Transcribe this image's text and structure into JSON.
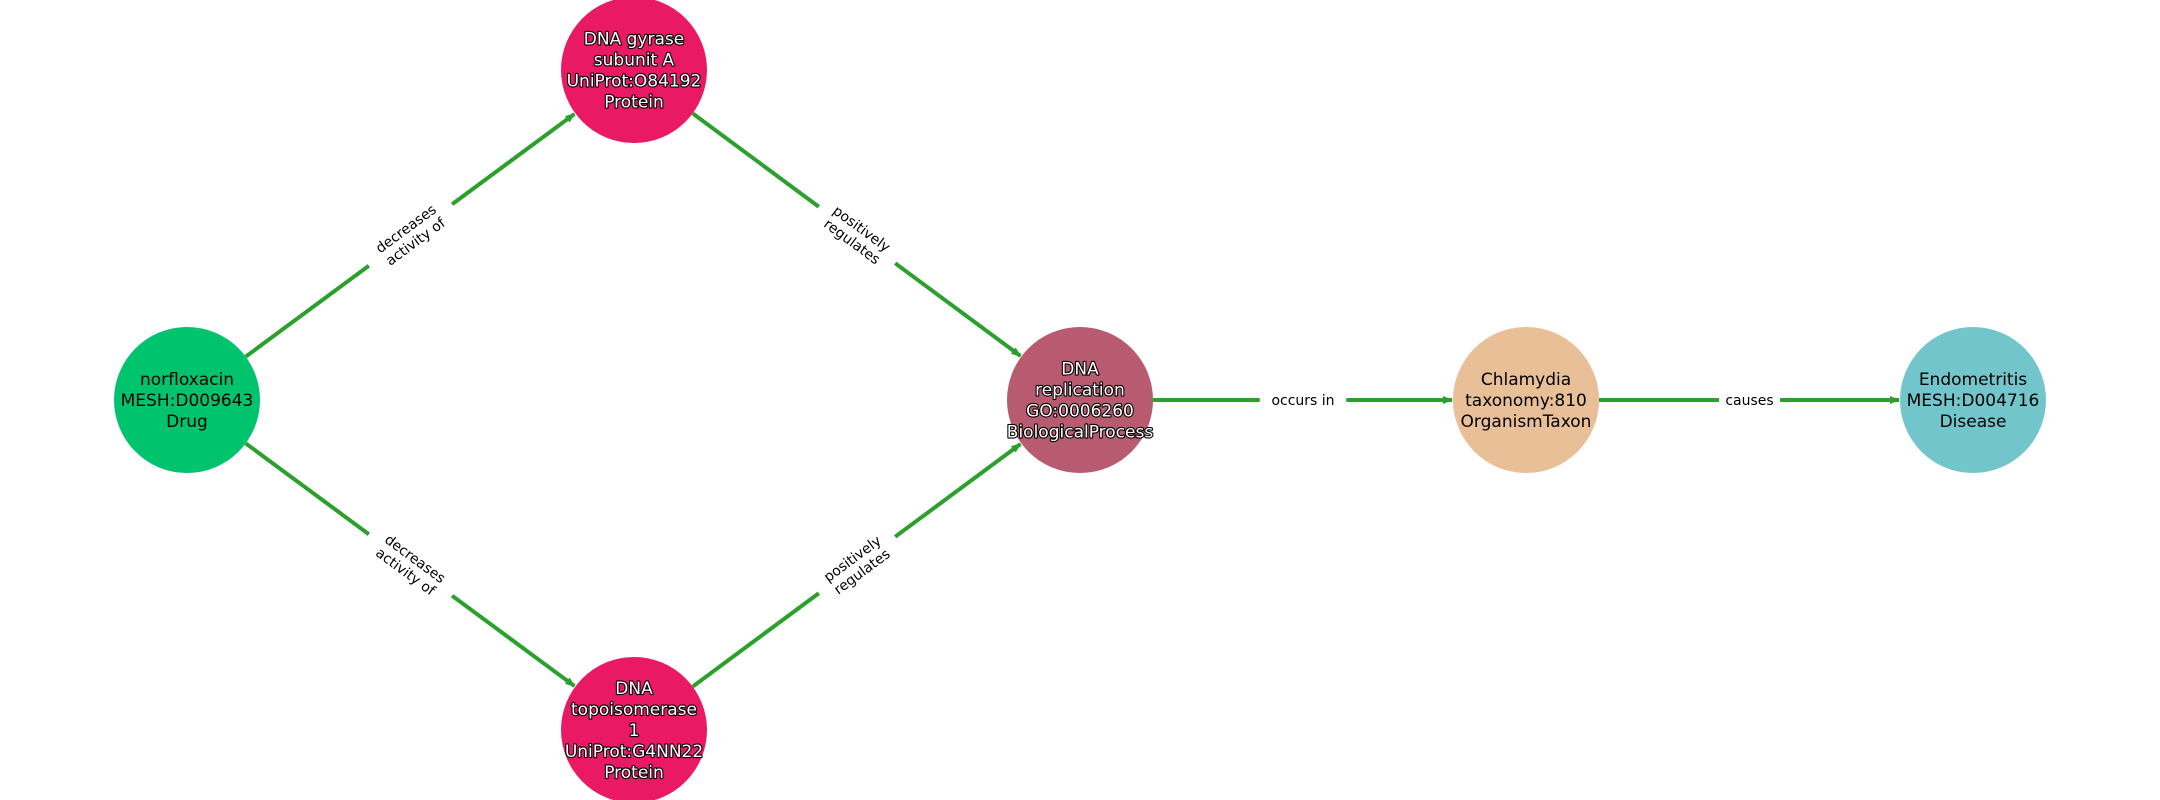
{
  "graph": {
    "edge_color": "#2ca02c",
    "nodes": [
      {
        "id": "norfloxacin",
        "lines": [
          "norfloxacin",
          "MESH:D009643",
          "Drug"
        ],
        "color": "#00c36e",
        "text_style": "dark"
      },
      {
        "id": "gyrase",
        "lines": [
          "DNA gyrase",
          "subunit A",
          "UniProt:O84192",
          "Protein"
        ],
        "color": "#e91a63",
        "text_style": "light"
      },
      {
        "id": "topo",
        "lines": [
          "DNA",
          "topoisomerase",
          "1",
          "UniProt:G4NN22",
          "Protein"
        ],
        "color": "#e91a63",
        "text_style": "light"
      },
      {
        "id": "replication",
        "lines": [
          "DNA",
          "replication",
          "GO:0006260",
          "BiologicalProcess"
        ],
        "color": "#b85a70",
        "text_style": "light"
      },
      {
        "id": "chlamydia",
        "lines": [
          "Chlamydia",
          "taxonomy:810",
          "OrganismTaxon"
        ],
        "color": "#e8bf97",
        "text_style": "dark"
      },
      {
        "id": "endometritis",
        "lines": [
          "Endometritis",
          "MESH:D004716",
          "Disease"
        ],
        "color": "#72c6cb",
        "text_style": "dark"
      }
    ],
    "edges": [
      {
        "source": "norfloxacin",
        "target": "gyrase",
        "label_lines": [
          "decreases",
          "activity of"
        ]
      },
      {
        "source": "norfloxacin",
        "target": "topo",
        "label_lines": [
          "decreases",
          "activity of"
        ]
      },
      {
        "source": "gyrase",
        "target": "replication",
        "label_lines": [
          "positively",
          "regulates"
        ]
      },
      {
        "source": "topo",
        "target": "replication",
        "label_lines": [
          "positively",
          "regulates"
        ]
      },
      {
        "source": "replication",
        "target": "chlamydia",
        "label_lines": [
          "occurs in"
        ]
      },
      {
        "source": "chlamydia",
        "target": "endometritis",
        "label_lines": [
          "causes"
        ]
      }
    ]
  }
}
